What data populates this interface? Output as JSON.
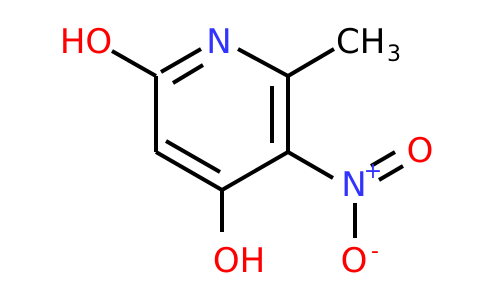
{
  "molecule": {
    "ring_nitrogen": "N",
    "hydroxyl_top": "HO",
    "hydroxyl_bottom": "OH",
    "methyl_c": "CH",
    "methyl_subscript": "3",
    "nitro_n": "N",
    "nitro_n_charge": "+",
    "nitro_o_top": "O",
    "nitro_o_bottom": "O",
    "nitro_o_bottom_charge": "-"
  },
  "colors": {
    "carbon": "#000000",
    "nitrogen": "#3333ff",
    "oxygen": "#ff0000",
    "bond": "#000000"
  }
}
